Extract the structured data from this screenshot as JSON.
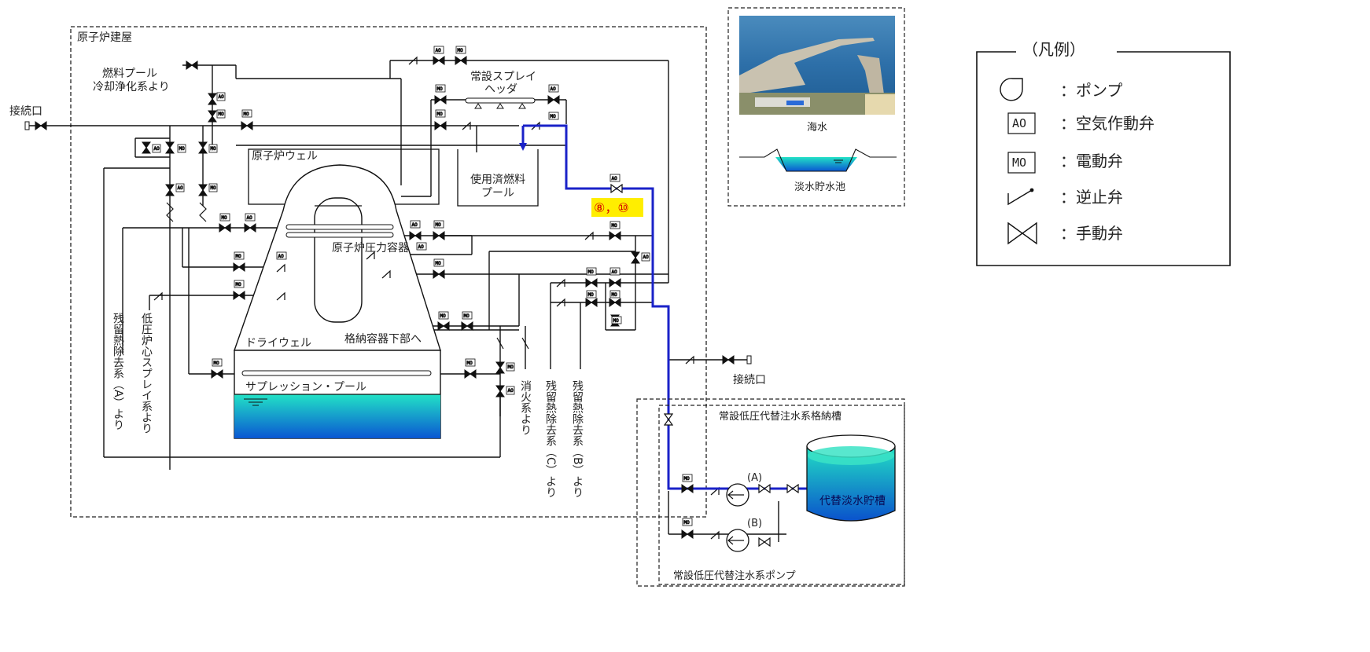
{
  "diagram": {
    "reactor_building": "原子炉建屋",
    "fuel_pool_source": [
      "燃料プール",
      "冷却浄化系より"
    ],
    "connection_port_left": "接続口",
    "connection_port_right": "接続口",
    "spray_header": [
      "常設スプレイ",
      "ヘッダ"
    ],
    "reactor_well": "原子炉ウェル",
    "spent_fuel_pool": [
      "使用済燃料",
      "プール"
    ],
    "rpv": "原子炉圧力容器",
    "to_lower_containment": "格納容器下部へ",
    "drywell": "ドライウェル",
    "suppression_pool": "サプレッション・プール",
    "rhr_a": "残留熱除去系（A）より",
    "lpcs": "低圧炉心スプレイ系より",
    "fire_protection": "消火系より",
    "rhr_c": "残留熱除去系（C）より",
    "rhr_b": "残留熱除去系（B）より",
    "highlight_label": "⑧，⑩",
    "seawater": "海水",
    "fresh_water_pond": "淡水貯水池",
    "storage_tank_area": "常設低圧代替注水系格納槽",
    "pump_a": "(A)",
    "pump_b": "(B)",
    "alt_tank": "代替淡水貯槽",
    "pump_caption": "常設低圧代替注水系ポンプ",
    "valve_tags": {
      "ao": "AO",
      "mo": "MO"
    }
  },
  "legend": {
    "title": "（凡例）",
    "items": [
      {
        "icon": "pump-icon",
        "label": "：ポンプ"
      },
      {
        "icon": "air-operated-valve-icon",
        "box": "AO",
        "label": "：空気作動弁"
      },
      {
        "icon": "motor-operated-valve-icon",
        "box": "MO",
        "label": "：電動弁"
      },
      {
        "icon": "check-valve-icon",
        "label": "：逆止弁"
      },
      {
        "icon": "manual-valve-icon",
        "label": "：手動弁"
      }
    ]
  },
  "colors": {
    "flow_path": "#1a22c8",
    "highlight": "#ffee00",
    "highlight_text": "#d40000",
    "water_top": "#20e0c8",
    "water_bottom": "#0a5fd6"
  }
}
